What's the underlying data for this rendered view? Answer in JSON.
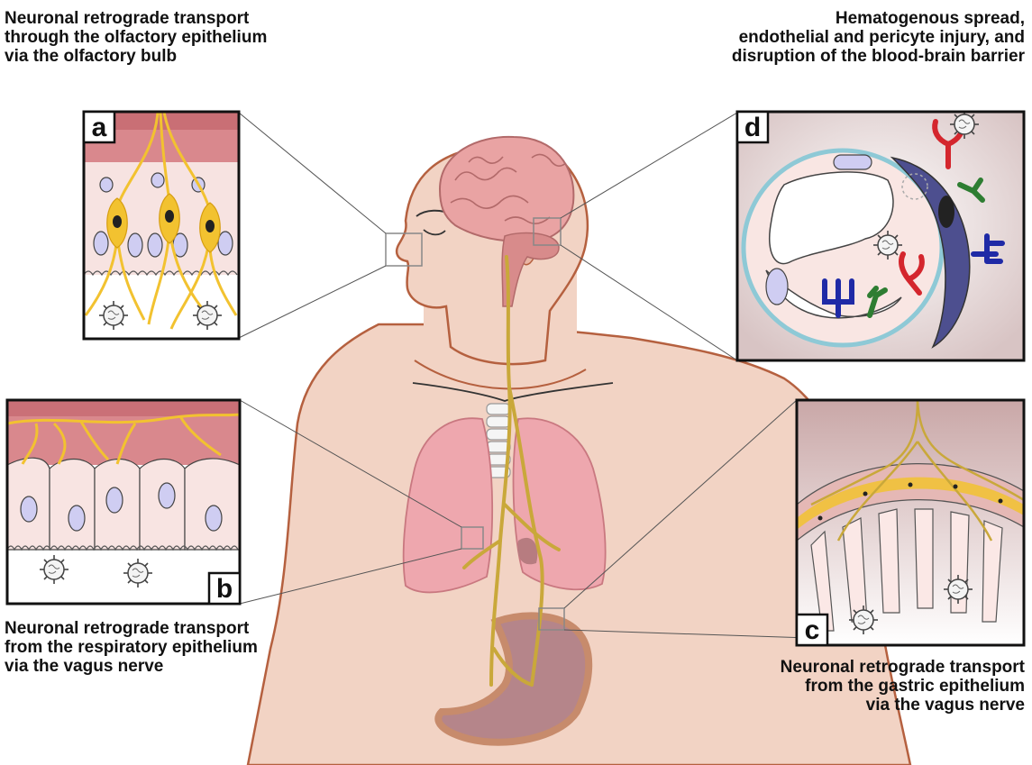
{
  "captions": {
    "a": [
      "Neuronal retrograde transport",
      "through the olfactory epithelium",
      "via the olfactory bulb"
    ],
    "b": [
      "Neuronal retrograde transport",
      "from the respiratory epithelium",
      "via the vagus nerve"
    ],
    "c": [
      "Neuronal retrograde transport",
      "from the gastric epithelium",
      "via the vagus nerve"
    ],
    "d": [
      "Hematogenous spread,",
      "endothelial and pericyte injury, and",
      "disruption of the blood-brain barrier"
    ]
  },
  "panel_labels": {
    "a": "a",
    "b": "b",
    "c": "c",
    "d": "d"
  },
  "colors": {
    "skin": "#f2d3c4",
    "skin_outline": "#b5603f",
    "brain": "#e9a3a3",
    "lungs": "#eea7ae",
    "nerve": "#c9a83a",
    "neuron": "#f2c230",
    "virus": "#8a8a8a",
    "receptor_red": "#d4262d",
    "receptor_green": "#2e7d32",
    "receptor_blue": "#1f2aa6",
    "vessel_wall": "#8ec9d6",
    "pericyte": "#4d4f8f"
  },
  "icons": [
    "virus-icon",
    "ace2-receptor-icon",
    "human-torso-illustration"
  ]
}
